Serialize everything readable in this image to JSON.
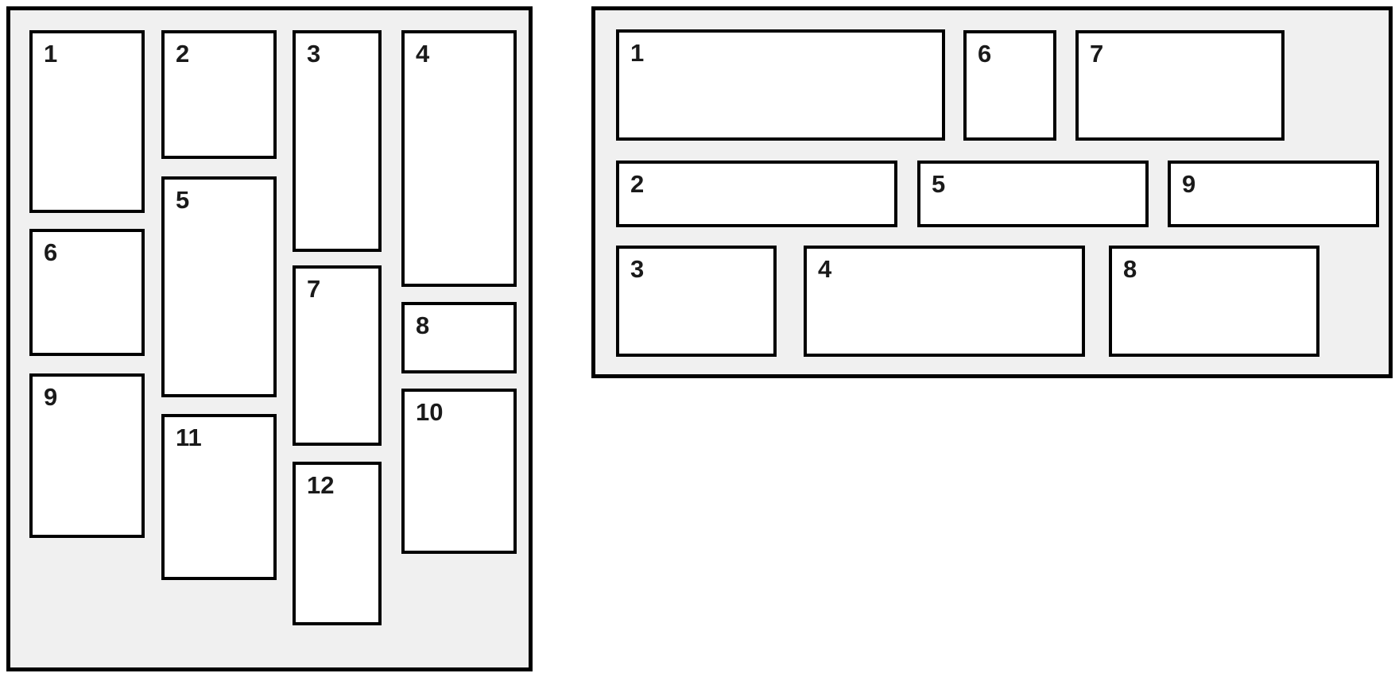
{
  "colors": {
    "canvas_bg": "#ffffff",
    "panel_bg": "#f0f0f0",
    "item_bg": "#ffffff",
    "border": "#000000",
    "label_color": "#1a1a1a"
  },
  "left_panel": {
    "items": [
      {
        "label": "1"
      },
      {
        "label": "2"
      },
      {
        "label": "3"
      },
      {
        "label": "4"
      },
      {
        "label": "5"
      },
      {
        "label": "6"
      },
      {
        "label": "7"
      },
      {
        "label": "8"
      },
      {
        "label": "9"
      },
      {
        "label": "10"
      },
      {
        "label": "11"
      },
      {
        "label": "12"
      }
    ]
  },
  "right_panel": {
    "items": [
      {
        "label": "1"
      },
      {
        "label": "2"
      },
      {
        "label": "3"
      },
      {
        "label": "4"
      },
      {
        "label": "5"
      },
      {
        "label": "6"
      },
      {
        "label": "7"
      },
      {
        "label": "8"
      },
      {
        "label": "9"
      }
    ]
  }
}
